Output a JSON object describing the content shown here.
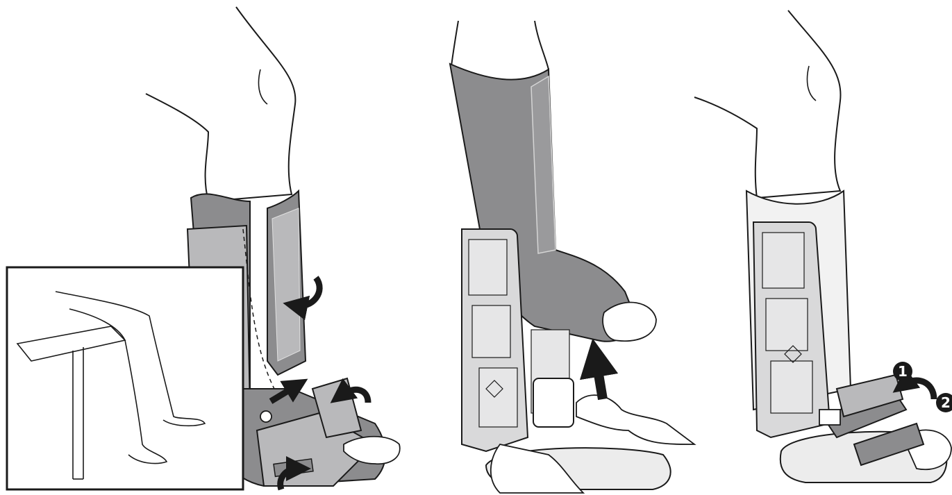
{
  "panels": [
    {
      "name": "panel-wrap-leg-sleeve",
      "description_label": ""
    },
    {
      "name": "panel-insert-leg-into-shell",
      "description_label": ""
    },
    {
      "name": "panel-fasten-foot-strap",
      "description_label": ""
    }
  ],
  "step_markers": [
    "1",
    "2"
  ],
  "colors": {
    "sleeve_dark": "#8c8c8e",
    "sleeve_light": "#b9b9bb",
    "shell": "#d9d9da",
    "outline": "#1a1a1a",
    "arrow": "#1a1a1a"
  },
  "icons": [
    "curved-arrow-icon",
    "straight-arrow-icon",
    "step-number-icon"
  ]
}
